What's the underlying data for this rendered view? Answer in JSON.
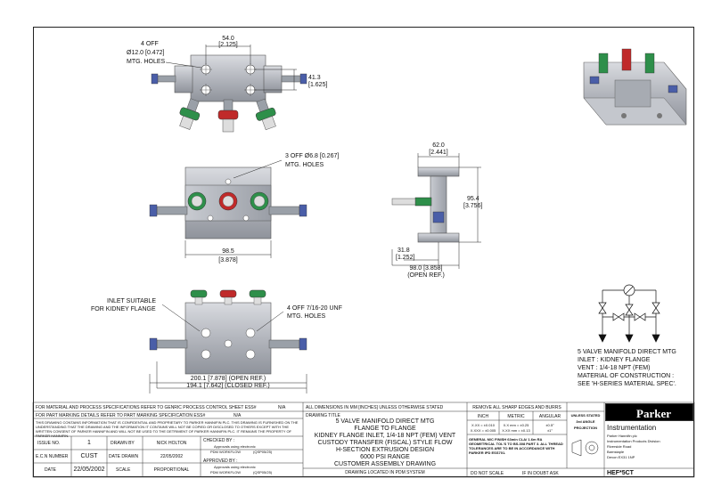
{
  "drawing": {
    "top_view": {
      "dim_width": "54.0",
      "dim_width_in": "[2.125]",
      "dim_height": "41.3",
      "dim_height_in": "[1.625]",
      "holes_note": [
        "4 OFF",
        "Ø12.0 [0.472]",
        "MTG. HOLES"
      ]
    },
    "front_view": {
      "holes_note": [
        "3 OFF Ø6.8 [0.267]",
        "MTG. HOLES"
      ],
      "dim_width": "98.5",
      "dim_width_in": "[3.878]"
    },
    "side_view": {
      "dim_top": "62.0",
      "dim_top_in": "[2.441]",
      "dim_height": "95.4",
      "dim_height_in": "[3.756]",
      "dim_offset": "31.8",
      "dim_offset_in": "[1.252]",
      "dim_open": "98.0 [3.858]",
      "dim_open_note": "(OPEN REF.)"
    },
    "bottom_view": {
      "inlet_note": [
        "INLET SUITABLE",
        "FOR KIDNEY FLANGE"
      ],
      "unf_note": [
        "4 OFF 7/16-20 UNF",
        "MTG. HOLES"
      ],
      "dim_open": "200.1 [7.878] (OPEN REF.)",
      "dim_closed": "194.1 [7.642] (CLOSED REF.)"
    },
    "spec_note": [
      "5 VALVE MANIFOLD DIRECT MTG",
      "INLET : KIDNEY FLANGE",
      "VENT : 1/4-18 NPT (FEM)",
      "MATERIAL OF CONSTRUCTION :",
      "SEE 'H-SERIES MATERIAL SPEC'."
    ]
  },
  "title_block": {
    "material_note": "FOR MATERIAL AND PROCESS SPECIFICATIONS REFER TO GENRIC PROCESS CONTROL SHEET ESS#",
    "material_val": "N/A",
    "marking_note": "FOR PART MARKING DETAILS REFER TO PART MARKING SPECIFICATION ESS#",
    "marking_val": "N/A",
    "confidential": "THIS DRAWING CONTAINS INFORMATION THAT IS CONFIDENTIAL AND PROPRIETARY TO PARKER HANNIFIN PLC. THIS DRAWING IS FURNISHED ON THE UNDERSTANDING THAT THE DRAWING AND THE INFORMATION IT CONTAINS WILL NOT BE COPIED OR DISCLOSED TO OTHERS EXCEPT WITH THE WRITTEN CONSENT OF PARKER HANNIFIN AND WILL NOT BE USED TO THE DETRIMENT OF PARKER HANNIFIN PLC. IT REMAINS THE PROPERTY OF PARKER HANNIFIN.",
    "issue_no_label": "ISSUE NO.",
    "issue_no": "1",
    "drawn_by_label": "DRAWN BY",
    "drawn_by": "NICK HOLTON",
    "ecn_label": "E.C.N NUMBER",
    "ecn": "CUST",
    "date_drawn_label": "DATE DRAWN",
    "date_drawn": "22/05/2002",
    "date_label": "DATE",
    "date": "22/05/2002",
    "scale_label": "SCALE",
    "scale": "PROPORTIONAL",
    "checked_by": "CHECKED BY :",
    "checked_sub1": "Approvals using electronic",
    "checked_sub2": "PDM WORKFLOW",
    "checked_sub3": "(QSP05/25)",
    "approved_by": "APPROVED BY :",
    "approved_sub1": "Approvals using electronic",
    "approved_sub2": "PDM WORKFLOW",
    "approved_sub3": "(QSP05/25)",
    "dims_note": "ALL DIMENSIONS IN MM [INCHES] UNLESS OTHERWISE STATED",
    "drawing_title_label": "DRAWING TITLE",
    "title_lines": [
      "5 VALVE MANIFOLD DIRECT MTG",
      "FLANGE TO FLANGE",
      "KIDNEY FLANGE INLET, 1/4-18 NPT (FEM) VENT",
      "CUSTODY TRANSFER (FISCAL) STYLE FLOW",
      "H-SECTION EXTRUSION DESIGN",
      "6000 PSI RANGE",
      "CUSTOMER ASSEMBLY DRAWING"
    ],
    "pdm_note": "DRAWING LOCATED IN PDM SYSTEM",
    "burrs": "REMOVE ALL SHARP EDGES AND BURRS",
    "tol_inch": "INCH",
    "tol_metric": "METRIC",
    "tol_angular": "ANGULAR",
    "tol_inch_vals": [
      "X.XX = ±0.010",
      "X.XXX = ±0.005"
    ],
    "tol_metric_vals": [
      "X.X mm = ±0.25",
      "X.XX mm = ±0.13"
    ],
    "tol_angular_vals": [
      "±0.5°",
      "±1°"
    ],
    "finish_note": "GENERAL M/C FINISH 63min CLA/ 1.6m RA GEOMETRICAL TOL'S TO BS.308 PART 3. ALL THREAD TOLERANCES ARE TO BE IN ACCORDANCE WITH PARKER IPD ESS701.",
    "do_not_scale": "DO NOT SCALE",
    "if_in_doubt": "IF IN DOUBT ASK",
    "projection": [
      "UNLESS STATED",
      "3rd ANGLE",
      "PROJECTION"
    ],
    "brand": "Parker",
    "division": "Instrumentation",
    "address": [
      "Parker Hannifin plc",
      "Instrumentation Products Division",
      "Riverside Road",
      "Barnstaple",
      "Devon EX31 1NP"
    ],
    "part_no": "HEF*5CT"
  },
  "colors": {
    "body": "#b9bcc2",
    "handle_green": "#2e8f4a",
    "handle_red": "#c02a2a",
    "cap_blue": "#4a5ea8",
    "brand_black": "#000000"
  }
}
